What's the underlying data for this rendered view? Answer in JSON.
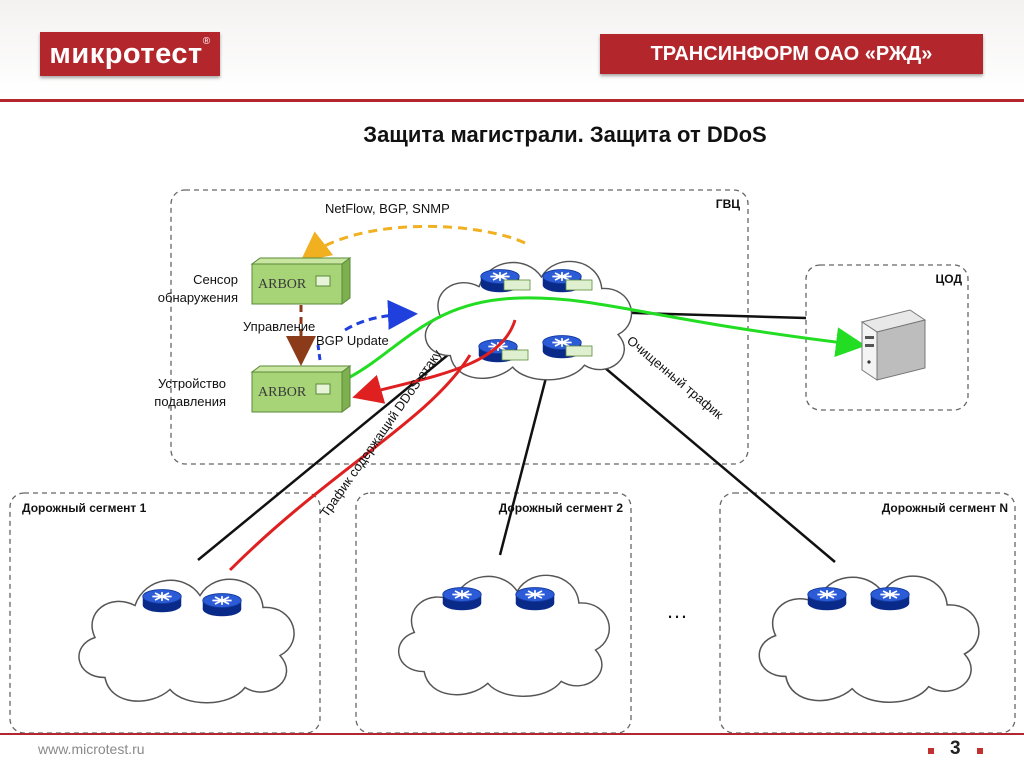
{
  "header": {
    "logo_text": "микротест",
    "logo_mark": "®",
    "badge": "ТРАНСИНФОРМ ОАО «РЖД»"
  },
  "title": "Защита магистрали. Защита от DDoS",
  "zones": {
    "gvc": "ГВЦ",
    "cod": "ЦОД",
    "seg1": "Дорожный сегмент 1",
    "seg2": "Дорожный сегмент 2",
    "segN": "Дорожный сегмент N"
  },
  "labels": {
    "netflow": "NetFlow, BGP, SNMP",
    "sensor_line1": "Сенсор",
    "sensor_line2": "обнаружения",
    "control": "Управление",
    "bgp_update": "BGP Update",
    "mitigation_line1": "Устройство",
    "mitigation_line2": "подавления",
    "clean_traffic": "Очищенный трафик",
    "attack_traffic": "Трафик содержащий DDoS-атаку",
    "ellipsis": "…"
  },
  "devices": {
    "sensor_brand": "ARBOR",
    "mitigation_brand": "ARBOR"
  },
  "colors": {
    "brand_red": "#b3262b",
    "clean_green": "#22dd22",
    "attack_red": "#e02020",
    "netflow_orange": "#f0b020",
    "bgp_blue": "#2040dd",
    "control_brown": "#8b3a1a"
  },
  "footer": {
    "url": "www.microtest.ru",
    "page": "3"
  }
}
